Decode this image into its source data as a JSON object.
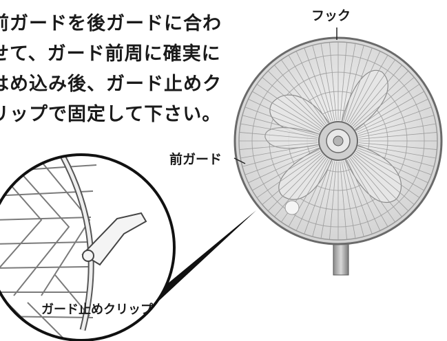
{
  "instructions": {
    "lines": [
      "前ガードを後ガードに合わ",
      "せて、ガード前周に確実に",
      "はめ込み後、ガード止めク",
      "リップで固定して下さい。"
    ]
  },
  "labels": {
    "hook": "フック",
    "front_guard": "前ガード",
    "guard_clip": "ガード止めクリップ"
  }
}
